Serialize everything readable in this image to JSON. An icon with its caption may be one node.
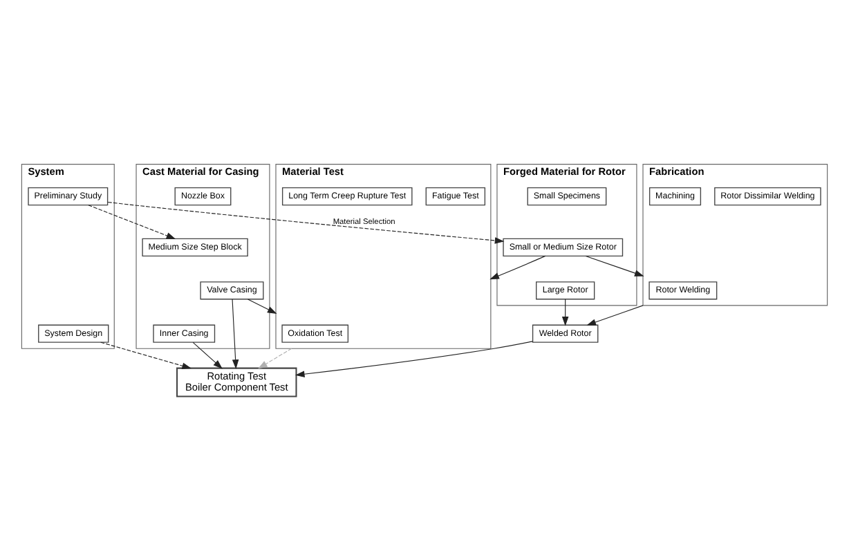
{
  "diagram": {
    "nodes": [
      {
        "text": [
          "System"
        ]
      },
      {
        "text": [
          "Preliminary Study"
        ],
        "in": 0
      },
      {
        "text": [
          "System Design"
        ],
        "in": 0
      },
      {
        "text": [
          "Forged Material for Rotor"
        ]
      },
      {
        "text": [
          "Small Specimens"
        ],
        "in": 3
      },
      {
        "text": [
          "Small or Medium Size Rotor"
        ],
        "in": 3
      },
      {
        "text": [
          "Large Rotor"
        ],
        "in": 3
      },
      {
        "text": [
          "Fabrication"
        ]
      },
      {
        "text": [
          "Rotor Welding"
        ],
        "in": 7
      },
      {
        "text": [
          "Rotor Dissimilar Welding"
        ],
        "in": 7
      },
      {
        "text": [
          "Machining"
        ],
        "in": 7
      },
      {
        "text": [
          "Welded Rotor"
        ]
      },
      {
        "text": [
          "Cast Material for Casing"
        ]
      },
      {
        "text": [
          "Medium Size Step Block"
        ],
        "in": 12
      },
      {
        "text": [
          "Valve Casing"
        ],
        "in": 12
      },
      {
        "text": [
          "Inner Casing"
        ],
        "in": 12
      },
      {
        "text": [
          "Nozzle Box"
        ],
        "in": 12
      },
      {
        "text": [
          "Material Test"
        ]
      },
      {
        "text": [
          "Oxidation Test"
        ],
        "in": 17
      },
      {
        "text": [
          "Fatigue Test"
        ],
        "in": 17
      },
      {
        "text": [
          "Long Term Creep Rupture Test"
        ],
        "in": 17
      },
      {
        "text": [
          "Rotating Test",
          "Boiler Component Test"
        ]
      }
    ],
    "edges": [
      {
        "from": 1,
        "to": 5,
        "arrow": "to",
        "style": "dashed",
        "label": "Material Selection"
      },
      {
        "from": 1,
        "to": 13,
        "arrow": "to",
        "style": "dashed"
      },
      {
        "from": 2,
        "to": 21,
        "arrow": "to",
        "style": "dashed"
      },
      {
        "from": 5,
        "to": 7,
        "arrow": "to"
      },
      {
        "from": 5,
        "to": 17,
        "arrow": "to"
      },
      {
        "from": 6,
        "to": 11,
        "arrow": "to"
      },
      {
        "from": 7,
        "to": 11,
        "arrow": "to"
      },
      {
        "from": 11,
        "to": 21,
        "arrow": "to"
      },
      {
        "from": 14,
        "to": 17,
        "arrow": "to"
      },
      {
        "from": 14,
        "to": 21,
        "arrow": "to"
      },
      {
        "from": 15,
        "to": 21,
        "arrow": "to"
      },
      {
        "from": 17,
        "to": 21,
        "arrow": "to",
        "style": "dashed",
        "color": "#b0b0b0"
      }
    ]
  }
}
